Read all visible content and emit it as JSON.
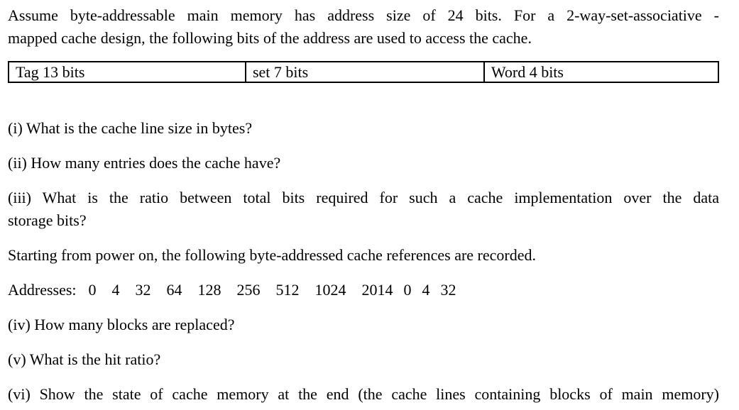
{
  "page": {
    "background": "#ffffff",
    "text_color": "#000000",
    "border_color": "#000000"
  },
  "intro": {
    "line1": "Assume byte-addressable main memory has address size of 24 bits. For a 2-way-set-associative -",
    "line2": "mapped cache design, the following bits of the address are used to access the cache."
  },
  "address_table": {
    "columns": [
      {
        "label": "Tag 13 bits"
      },
      {
        "label": "set 7 bits"
      },
      {
        "label": "Word 4 bits"
      }
    ]
  },
  "questions": {
    "q1": "(i) What is the cache line size in bytes?",
    "q2": "(ii) How many entries does the cache have?",
    "q3_line1": "(iii) What is the ratio between total bits required for such a cache implementation over the data",
    "q3_line2": "storage bits?",
    "q4": "(iv) How many blocks are replaced?",
    "q5": "(v) What is the hit ratio?",
    "q6": "(vi) Show the state of cache memory at the end (the cache lines containing blocks of main memory)"
  },
  "references": {
    "intro": "Starting from power on, the following byte-addressed cache references are recorded.",
    "label": "Addresses:",
    "values": [
      "0",
      "4",
      "32",
      "64",
      "128",
      "256",
      "512",
      "1024",
      "2014",
      "0",
      "4",
      "32"
    ]
  }
}
